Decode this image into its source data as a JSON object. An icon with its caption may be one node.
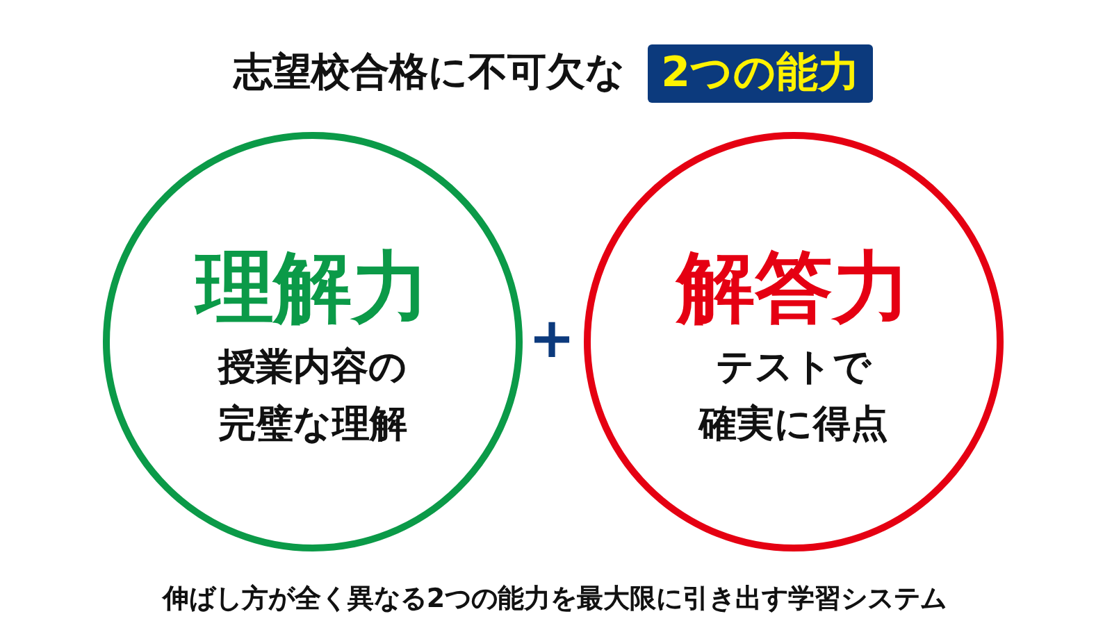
{
  "diagram": {
    "title": "志望校合格に不可欠な",
    "nodes": [
      {
        "text": [
          "2つの能力"
        ]
      },
      {
        "text": [
          "理解力",
          "授業内容の完璧な理解"
        ]
      },
      {
        "text": [
          "解答力",
          "テストで確実に得点"
        ]
      }
    ],
    "labels": [
      "+"
    ],
    "caption": "伸ばし方が全く異なる2つの能力を最大限に引き出す学習システム"
  }
}
